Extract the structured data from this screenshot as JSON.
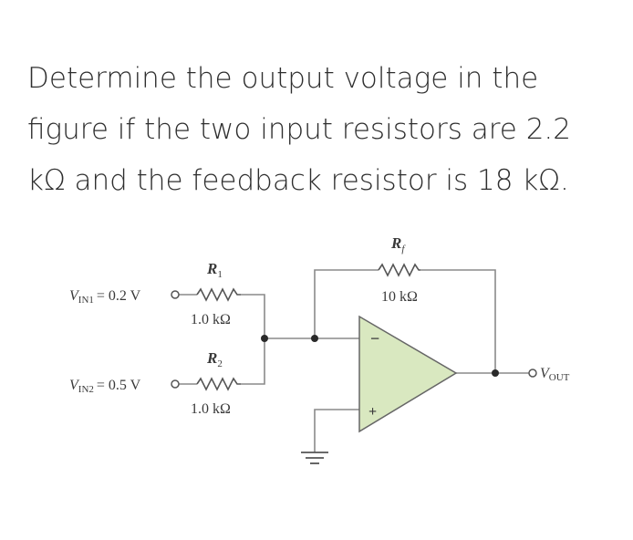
{
  "question": {
    "line1": "Determine the output voltage in the",
    "line2": "figure if the two input resistors are 2.2",
    "line3": "kΩ and the feedback resistor is 18 kΩ."
  },
  "circuit": {
    "vin1_label": "V",
    "vin1_sub": "IN1",
    "vin1_value": "= 0.2 V",
    "vin2_label": "V",
    "vin2_sub": "IN2",
    "vin2_value": "= 0.5 V",
    "r1_name": "R",
    "r1_sub": "1",
    "r1_value": "1.0 kΩ",
    "r2_name": "R",
    "r2_sub": "2",
    "r2_value": "1.0 kΩ",
    "rf_name": "R",
    "rf_sub": "f",
    "rf_value": "10 kΩ",
    "opamp_minus": "−",
    "opamp_plus": "+",
    "vout_label": "V",
    "vout_sub": "OUT",
    "opamp_fill": "#d9e8c0"
  }
}
